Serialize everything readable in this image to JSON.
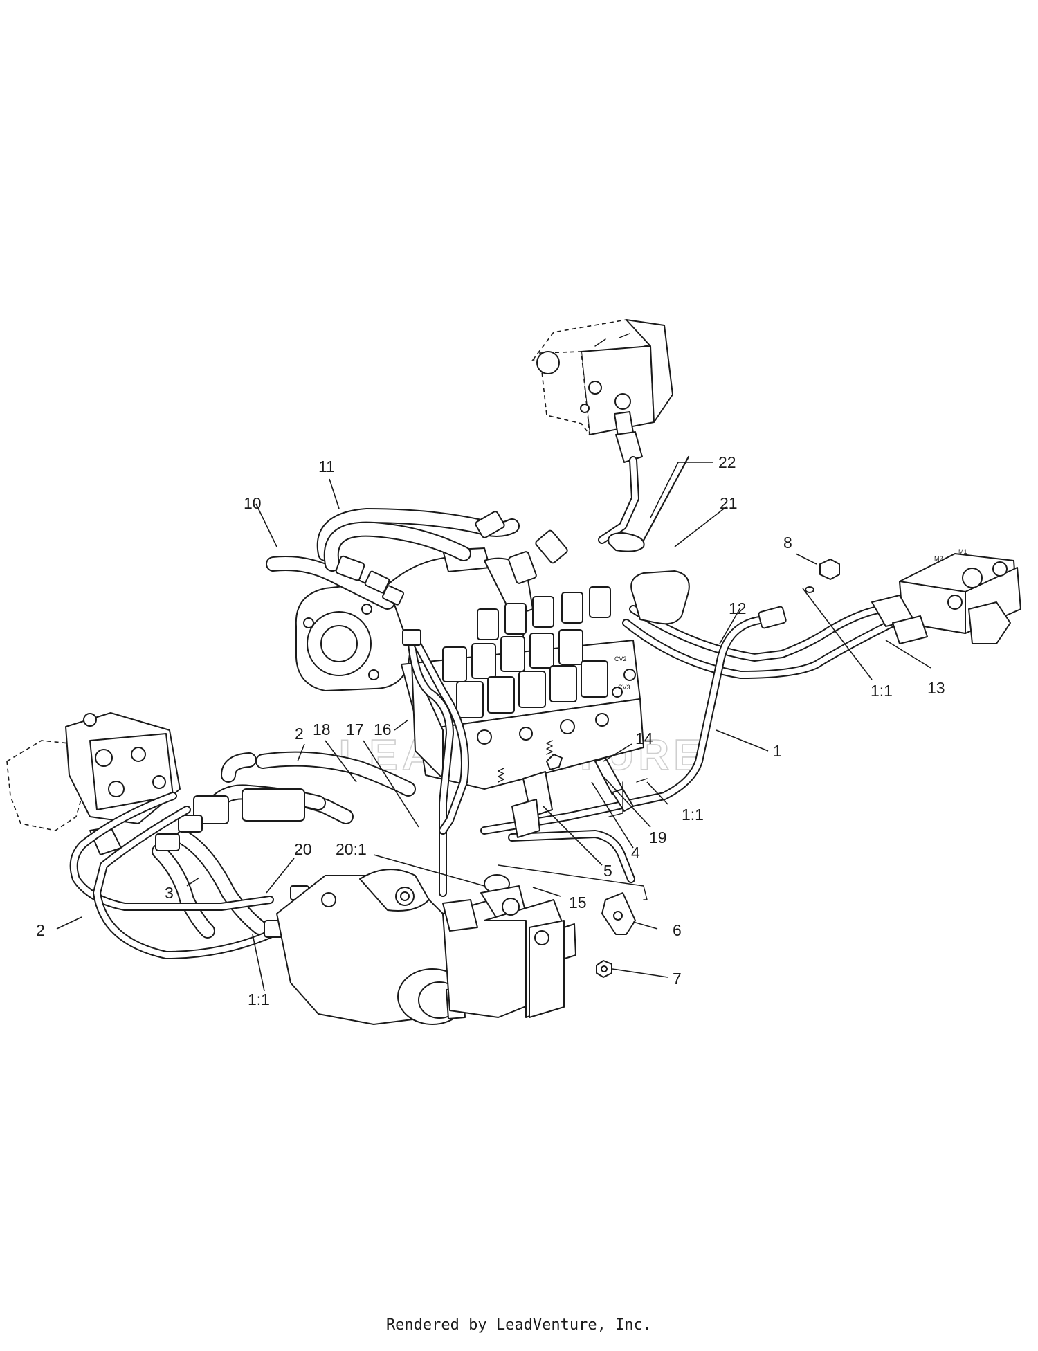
{
  "watermark": "LEADVENTURE",
  "callouts": [
    {
      "id": "c-22",
      "label": "22"
    },
    {
      "id": "c-21",
      "label": "21"
    },
    {
      "id": "c-11",
      "label": "11"
    },
    {
      "id": "c-10",
      "label": "10"
    },
    {
      "id": "c-8",
      "label": "8"
    },
    {
      "id": "c-12",
      "label": "12"
    },
    {
      "id": "c-1-1-a",
      "label": "1:1"
    },
    {
      "id": "c-13",
      "label": "13"
    },
    {
      "id": "c-1",
      "label": "1"
    },
    {
      "id": "c-2-a",
      "label": "2"
    },
    {
      "id": "c-18",
      "label": "18"
    },
    {
      "id": "c-17",
      "label": "17"
    },
    {
      "id": "c-16",
      "label": "16"
    },
    {
      "id": "c-14",
      "label": "14"
    },
    {
      "id": "c-1-1-b",
      "label": "1:1"
    },
    {
      "id": "c-19",
      "label": "19"
    },
    {
      "id": "c-4",
      "label": "4"
    },
    {
      "id": "c-5",
      "label": "5"
    },
    {
      "id": "c-20",
      "label": "20"
    },
    {
      "id": "c-20-1",
      "label": "20:1"
    },
    {
      "id": "c-3",
      "label": "3"
    },
    {
      "id": "c-15",
      "label": "15"
    },
    {
      "id": "c-6",
      "label": "6"
    },
    {
      "id": "c-2-b",
      "label": "2"
    },
    {
      "id": "c-7",
      "label": "7"
    },
    {
      "id": "c-1-1-c",
      "label": "1:1"
    }
  ],
  "footer": {
    "text": "Rendered by LeadVenture, Inc."
  }
}
